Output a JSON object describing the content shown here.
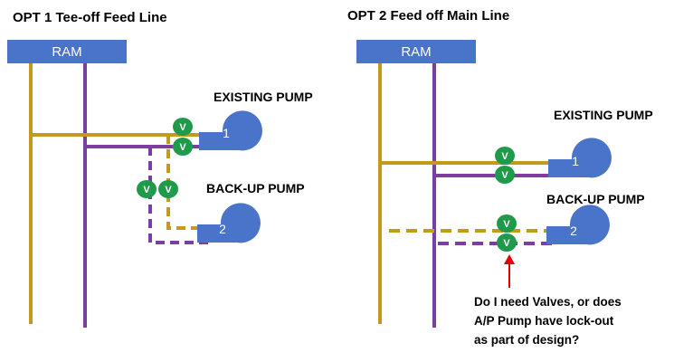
{
  "colors": {
    "feed_line": "#c49a1b",
    "main_line": "#7a3fa0",
    "ram_box": "#4a74c9",
    "pump": "#4a74c9",
    "valve": "#1f9a4a",
    "arrow": "#e00000"
  },
  "opt1": {
    "title": "OPT 1 Tee-off Feed Line",
    "ram_label": "RAM",
    "existing_pump_label": "EXISTING PUMP",
    "backup_pump_label": "BACK-UP PUMP",
    "pump1_number": "1",
    "pump2_number": "2",
    "valve_label": "V"
  },
  "opt2": {
    "title": "OPT 2 Feed off Main Line",
    "ram_label": "RAM",
    "existing_pump_label": "EXISTING PUMP",
    "backup_pump_label": "BACK-UP PUMP",
    "pump1_number": "1",
    "pump2_number": "2",
    "valve_label": "V",
    "question_lines": [
      "Do I need Valves, or does",
      "A/P Pump have lock-out",
      "as part of design?"
    ]
  }
}
